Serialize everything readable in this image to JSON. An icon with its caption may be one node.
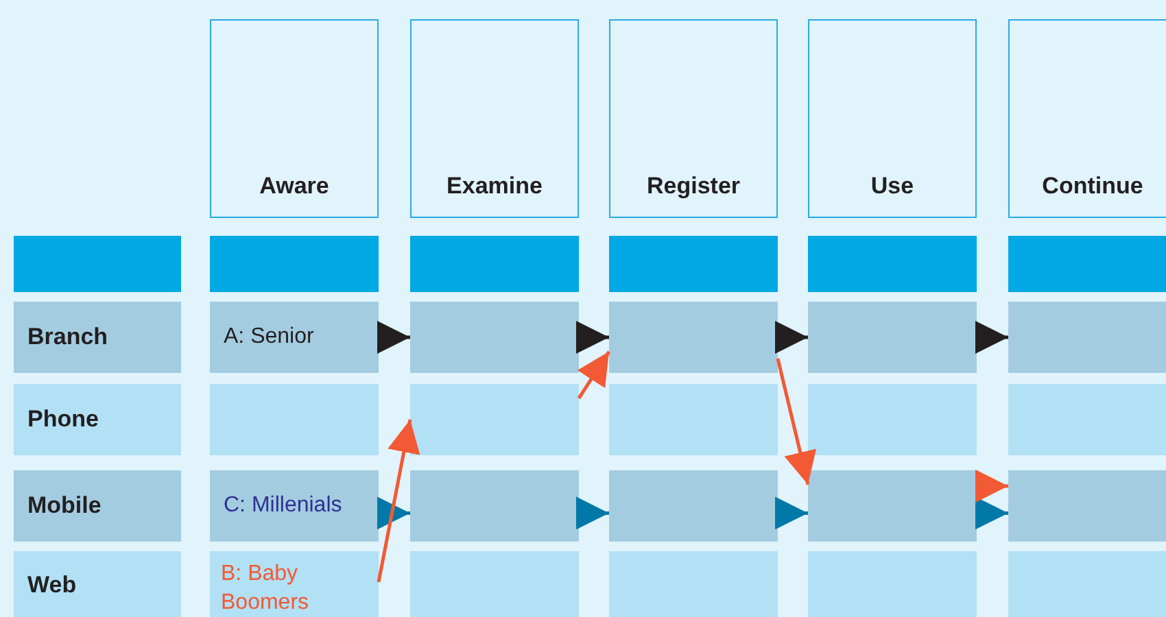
{
  "diagram": {
    "nodes": [
      {
        "text": [
          "Aware"
        ]
      },
      {
        "text": [
          "Examine"
        ]
      },
      {
        "text": [
          "Register"
        ]
      },
      {
        "text": [
          "Use"
        ]
      },
      {
        "text": [
          "Continue"
        ]
      },
      {
        "text": [],
        "shape": "bar"
      },
      {
        "text": [],
        "shape": "bar"
      },
      {
        "text": [],
        "shape": "bar"
      },
      {
        "text": [],
        "shape": "bar"
      },
      {
        "text": [],
        "shape": "bar"
      },
      {
        "text": [],
        "shape": "bar"
      },
      {
        "text": [
          "Branch"
        ]
      },
      {
        "text": [
          "A: Senior"
        ]
      },
      {
        "text": [],
        "shape": "box"
      },
      {
        "text": [],
        "shape": "box"
      },
      {
        "text": [],
        "shape": "box"
      },
      {
        "text": [],
        "shape": "box"
      },
      {
        "text": [
          "Phone"
        ]
      },
      {
        "text": [],
        "shape": "box"
      },
      {
        "text": [],
        "shape": "box"
      },
      {
        "text": [],
        "shape": "box"
      },
      {
        "text": [],
        "shape": "box"
      },
      {
        "text": [],
        "shape": "box"
      },
      {
        "text": [
          "Mobile"
        ]
      },
      {
        "text": [
          "C: Millenials"
        ]
      },
      {
        "text": [],
        "shape": "box"
      },
      {
        "text": [],
        "shape": "box"
      },
      {
        "text": [],
        "shape": "box"
      },
      {
        "text": [],
        "shape": "box"
      },
      {
        "text": [
          "Web"
        ]
      },
      {
        "text": [
          "B: Baby Boomers"
        ]
      },
      {
        "text": [],
        "shape": "box"
      },
      {
        "text": [],
        "shape": "box"
      },
      {
        "text": [],
        "shape": "box"
      },
      {
        "text": [],
        "shape": "box"
      }
    ],
    "edges": [
      {
        "from": 12,
        "to": 13,
        "arrow": "to",
        "color": "#231f20"
      },
      {
        "from": 13,
        "to": 14,
        "arrow": "to",
        "color": "#231f20"
      },
      {
        "from": 14,
        "to": 15,
        "arrow": "to",
        "color": "#231f20"
      },
      {
        "from": 15,
        "to": 16,
        "arrow": "to",
        "color": "#231f20"
      },
      {
        "from": 24,
        "to": 25,
        "arrow": "to",
        "color": "#0079a8"
      },
      {
        "from": 25,
        "to": 26,
        "arrow": "to",
        "color": "#0079a8"
      },
      {
        "from": 26,
        "to": 27,
        "arrow": "to",
        "color": "#0079a8"
      },
      {
        "from": 27,
        "to": 28,
        "arrow": "to",
        "color": "#0079a8"
      },
      {
        "from": 30,
        "to": 19,
        "arrow": "to",
        "color": "#f15a35"
      },
      {
        "from": 19,
        "to": 14,
        "arrow": "to",
        "color": "#f15a35"
      },
      {
        "from": 14,
        "to": 27,
        "arrow": "to",
        "color": "#f15a35"
      },
      {
        "from": 27,
        "to": 28,
        "arrow": "to",
        "color": "#f15a35"
      }
    ]
  }
}
